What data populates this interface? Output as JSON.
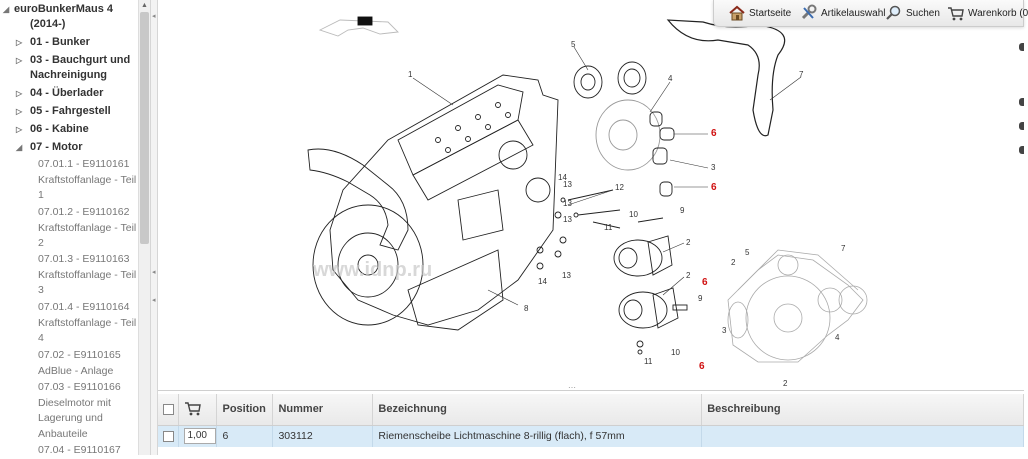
{
  "sidebar": {
    "root": {
      "title": "euroBunkerMaus 4",
      "subtitle": "(2014-)"
    },
    "items": [
      {
        "label": "01 - Bunker"
      },
      {
        "label": "03 - Bauchgurt und",
        "label2": "Nachreinigung"
      },
      {
        "label": "04 - Überlader"
      },
      {
        "label": "05 - Fahrgestell"
      },
      {
        "label": "06 - Kabine"
      },
      {
        "label": "07 - Motor"
      }
    ],
    "subitems": [
      {
        "lines": [
          "07.01.1 - E9110161",
          "Kraftstoffanlage - Teil",
          "1"
        ]
      },
      {
        "lines": [
          "07.01.2 - E9110162",
          "Kraftstoffanlage - Teil",
          "2"
        ]
      },
      {
        "lines": [
          "07.01.3 - E9110163",
          "Kraftstoffanlage - Teil",
          "3"
        ]
      },
      {
        "lines": [
          "07.01.4 - E9110164",
          "Kraftstoffanlage - Teil",
          "4"
        ]
      },
      {
        "lines": [
          "07.02 - E9110165",
          "AdBlue - Anlage"
        ]
      },
      {
        "lines": [
          "07.03 - E9110166",
          "Dieselmotor mit",
          "Lagerung und",
          "Anbauteile"
        ]
      },
      {
        "lines": [
          "07.04 - E9110167"
        ]
      }
    ]
  },
  "toolbar": {
    "home_label": "Startseite",
    "article_label": "Artikelauswahl",
    "search_label": "Suchen",
    "cart_label": "Warenkorb (0"
  },
  "diagram": {
    "watermark": "www.idnp.ru",
    "callouts": [
      "1",
      "2",
      "3",
      "4",
      "5",
      "6",
      "7",
      "8",
      "9",
      "10",
      "11",
      "12",
      "13",
      "14"
    ]
  },
  "table": {
    "headers": {
      "position": "Position",
      "nummer": "Nummer",
      "bezeichnung": "Bezeichnung",
      "beschreibung": "Beschreibung"
    },
    "rows": [
      {
        "qty": "1,00",
        "position": "6",
        "nummer": "303112",
        "bezeichnung": "Riemenscheibe Lichtmaschine 8-rillig (flach), f 57mm",
        "beschreibung": ""
      }
    ]
  },
  "colors": {
    "selected_row": "#d8eaf7",
    "callout_red": "#d01010",
    "header_bg": "#eeeeee"
  }
}
